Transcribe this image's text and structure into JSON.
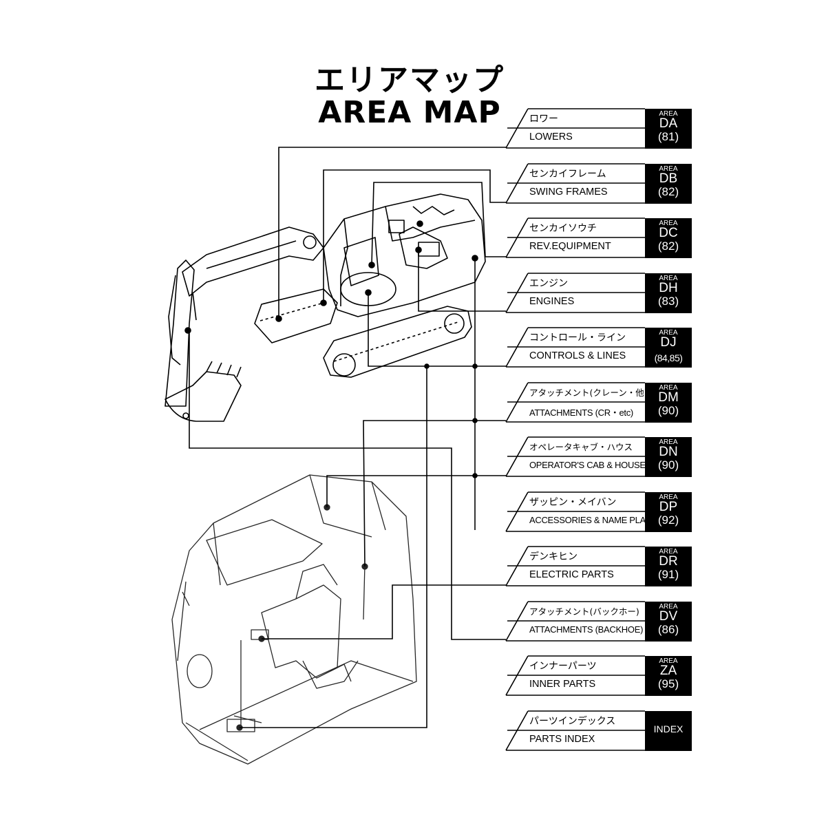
{
  "title": {
    "japanese": "エリアマップ",
    "english": "AREA MAP"
  },
  "area_label": "AREA",
  "entries": [
    {
      "jp": "ロワー",
      "en": "LOWERS",
      "code": "DA",
      "num": "(81)"
    },
    {
      "jp": "センカイフレーム",
      "en": "SWING FRAMES",
      "code": "DB",
      "num": "(82)"
    },
    {
      "jp": "センカイソウチ",
      "en": "REV.EQUIPMENT",
      "code": "DC",
      "num": "(82)"
    },
    {
      "jp": "エンジン",
      "en": "ENGINES",
      "code": "DH",
      "num": "(83)"
    },
    {
      "jp": "コントロール・ライン",
      "en": "CONTROLS & LINES",
      "code": "DJ",
      "num": "(84,85)"
    },
    {
      "jp": "アタッチメント(クレーン・他)",
      "en": "ATTACHMENTS (CR・etc)",
      "code": "DM",
      "num": "(90)"
    },
    {
      "jp": "オペレータキャブ・ハウス",
      "en": "OPERATOR'S CAB & HOUSE",
      "code": "DN",
      "num": "(90)"
    },
    {
      "jp": "ザッピン・メイバン",
      "en": "ACCESSORIES & NAME PLATES",
      "code": "DP",
      "num": "(92)"
    },
    {
      "jp": "デンキヒン",
      "en": "ELECTRIC PARTS",
      "code": "DR",
      "num": "(91)"
    },
    {
      "jp": "アタッチメント(バックホー)",
      "en": "ATTACHMENTS (BACKHOE)",
      "code": "DV",
      "num": "(86)"
    },
    {
      "jp": "インナーパーツ",
      "en": "INNER PARTS",
      "code": "ZA",
      "num": "(95)"
    },
    {
      "jp": "パーツインデックス",
      "en": "PARTS INDEX",
      "index_label": "INDEX"
    }
  ]
}
